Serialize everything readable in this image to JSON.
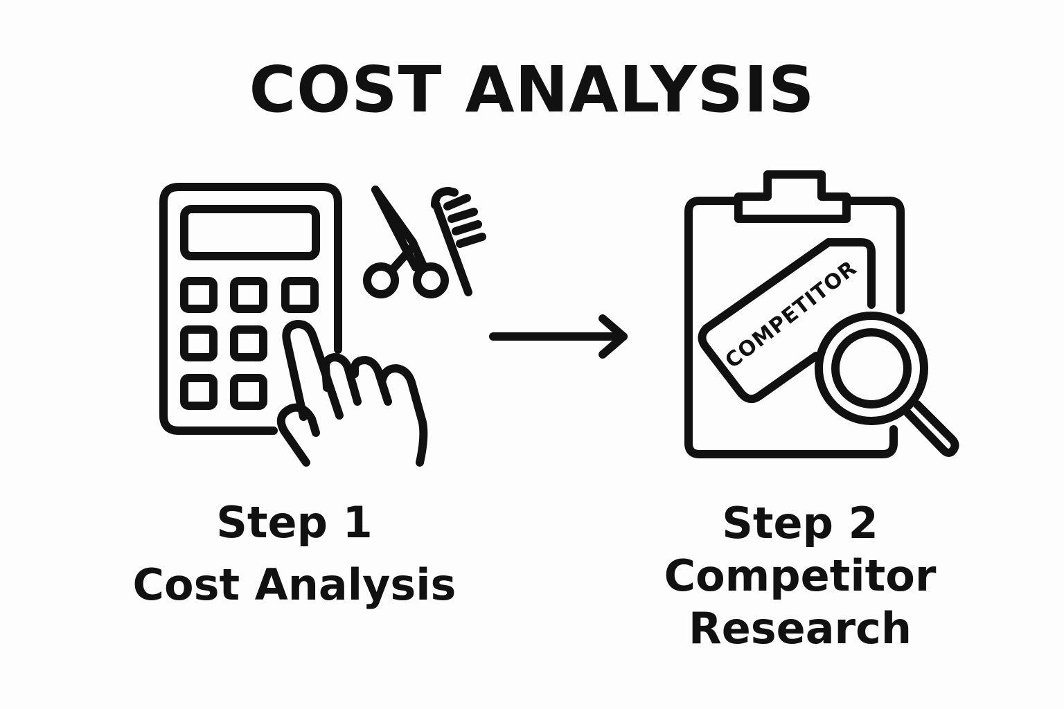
{
  "title": "COST ANALYSIS",
  "steps": [
    {
      "step_label": "Step 1",
      "name_lines": [
        "Cost Analysis"
      ],
      "icons": [
        "calculator-icon",
        "pointing-hand-icon",
        "scissors-icon",
        "comb-icon"
      ]
    },
    {
      "step_label": "Step 2",
      "name_lines": [
        "Competitor",
        "Research"
      ],
      "tag_text": "COMPETITOR",
      "icons": [
        "clipboard-icon",
        "tag-icon",
        "magnifier-icon"
      ]
    }
  ],
  "connector": "arrow-right-icon",
  "colors": {
    "background": "#fdfdfd",
    "ink": "#111111"
  }
}
